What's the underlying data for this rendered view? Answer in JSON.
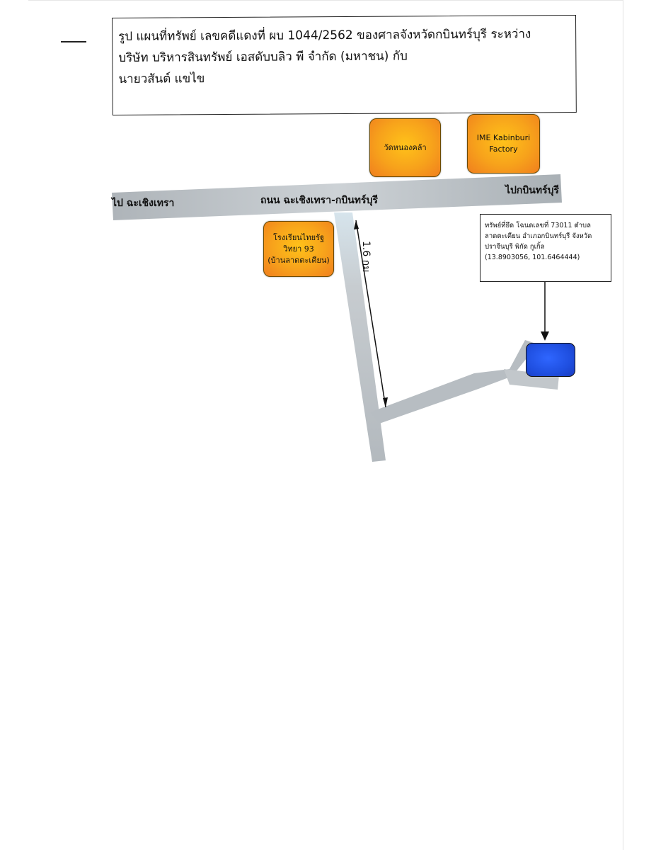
{
  "title": {
    "line1": "รูป แผนที่ทรัพย์ เลขคดีแดงที่ ผบ 1044/2562 ของศาลจังหวัดกบินทร์บุรี ระหว่าง",
    "line2": "บริษัท บริหารสินทรัพย์ เอสดับบลิว พี จำกัด (มหาชน) กับ",
    "line3": "นายวสันต์ แขไข"
  },
  "roads": {
    "to_chachoengsao": "ไป ฉะเชิงเทรา",
    "main_road": "ถนน ฉะเชิงเทรา-กบินทร์บุรี",
    "to_kabinburi": "ไปกบินทร์บุรี"
  },
  "distance": "1.6 กม",
  "landmarks": {
    "temple": "วัดหนองคล้า",
    "factory": "IME Kabinburi\nFactory",
    "school": "โรงเรียนไทยรัฐ\nวิทยา 93\n(บ้านลาดตะเคียน)"
  },
  "property_info": "ทรัพย์ที่ยึด โฉนดเลขที่ 73011 ตำบล\nลาดตะเคียน อำเภอกบินทร์บุรี จังหวัด\nปราจีนบุรี พิกัด กูเกิ้ล\n (13.8903056, 101.6464444)",
  "colors": {
    "road": "#b9bfc4",
    "landmark": "#f7a21b",
    "property": "#1f4fe0"
  },
  "icons": {
    "property": "blue-rounded-rect-marker",
    "arrow": "down-arrow"
  }
}
